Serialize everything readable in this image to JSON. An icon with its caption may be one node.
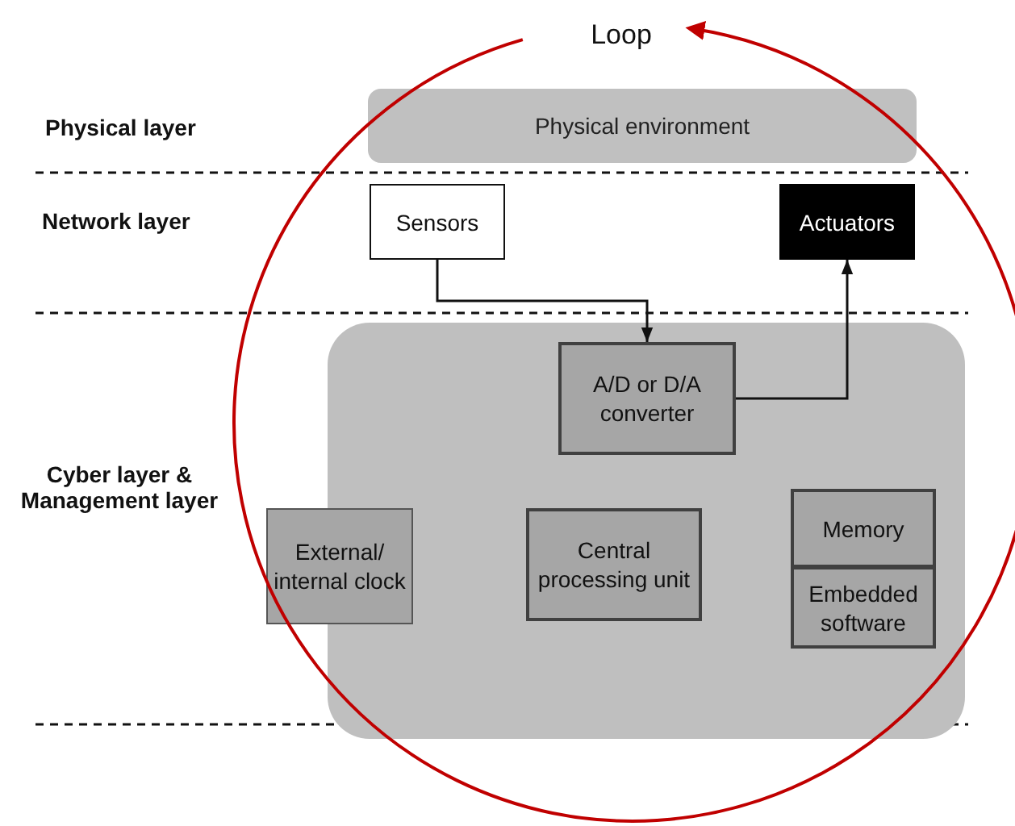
{
  "diagram": {
    "nodes": [
      {
        "text": [
          "Physical environment"
        ]
      },
      {
        "text": [
          "Sensors"
        ]
      },
      {
        "text": [
          "Actuators"
        ]
      },
      {
        "text": [],
        "shape": "box"
      },
      {
        "text": [
          "A/D or D/A converter"
        ],
        "in": 3
      },
      {
        "text": [
          "External/ internal clock"
        ]
      },
      {
        "text": [
          "Central processing unit"
        ],
        "in": 3
      },
      {
        "text": [
          "Memory"
        ],
        "in": 3
      },
      {
        "text": [
          "Embedded software"
        ],
        "in": 3
      }
    ],
    "edges": [
      {
        "from": 1,
        "to": 4,
        "arrow": "to"
      },
      {
        "from": 4,
        "to": 2,
        "arrow": "to"
      }
    ],
    "labels": [
      "Loop",
      "Physical layer",
      "Network layer",
      "Cyber layer & Management layer"
    ]
  }
}
